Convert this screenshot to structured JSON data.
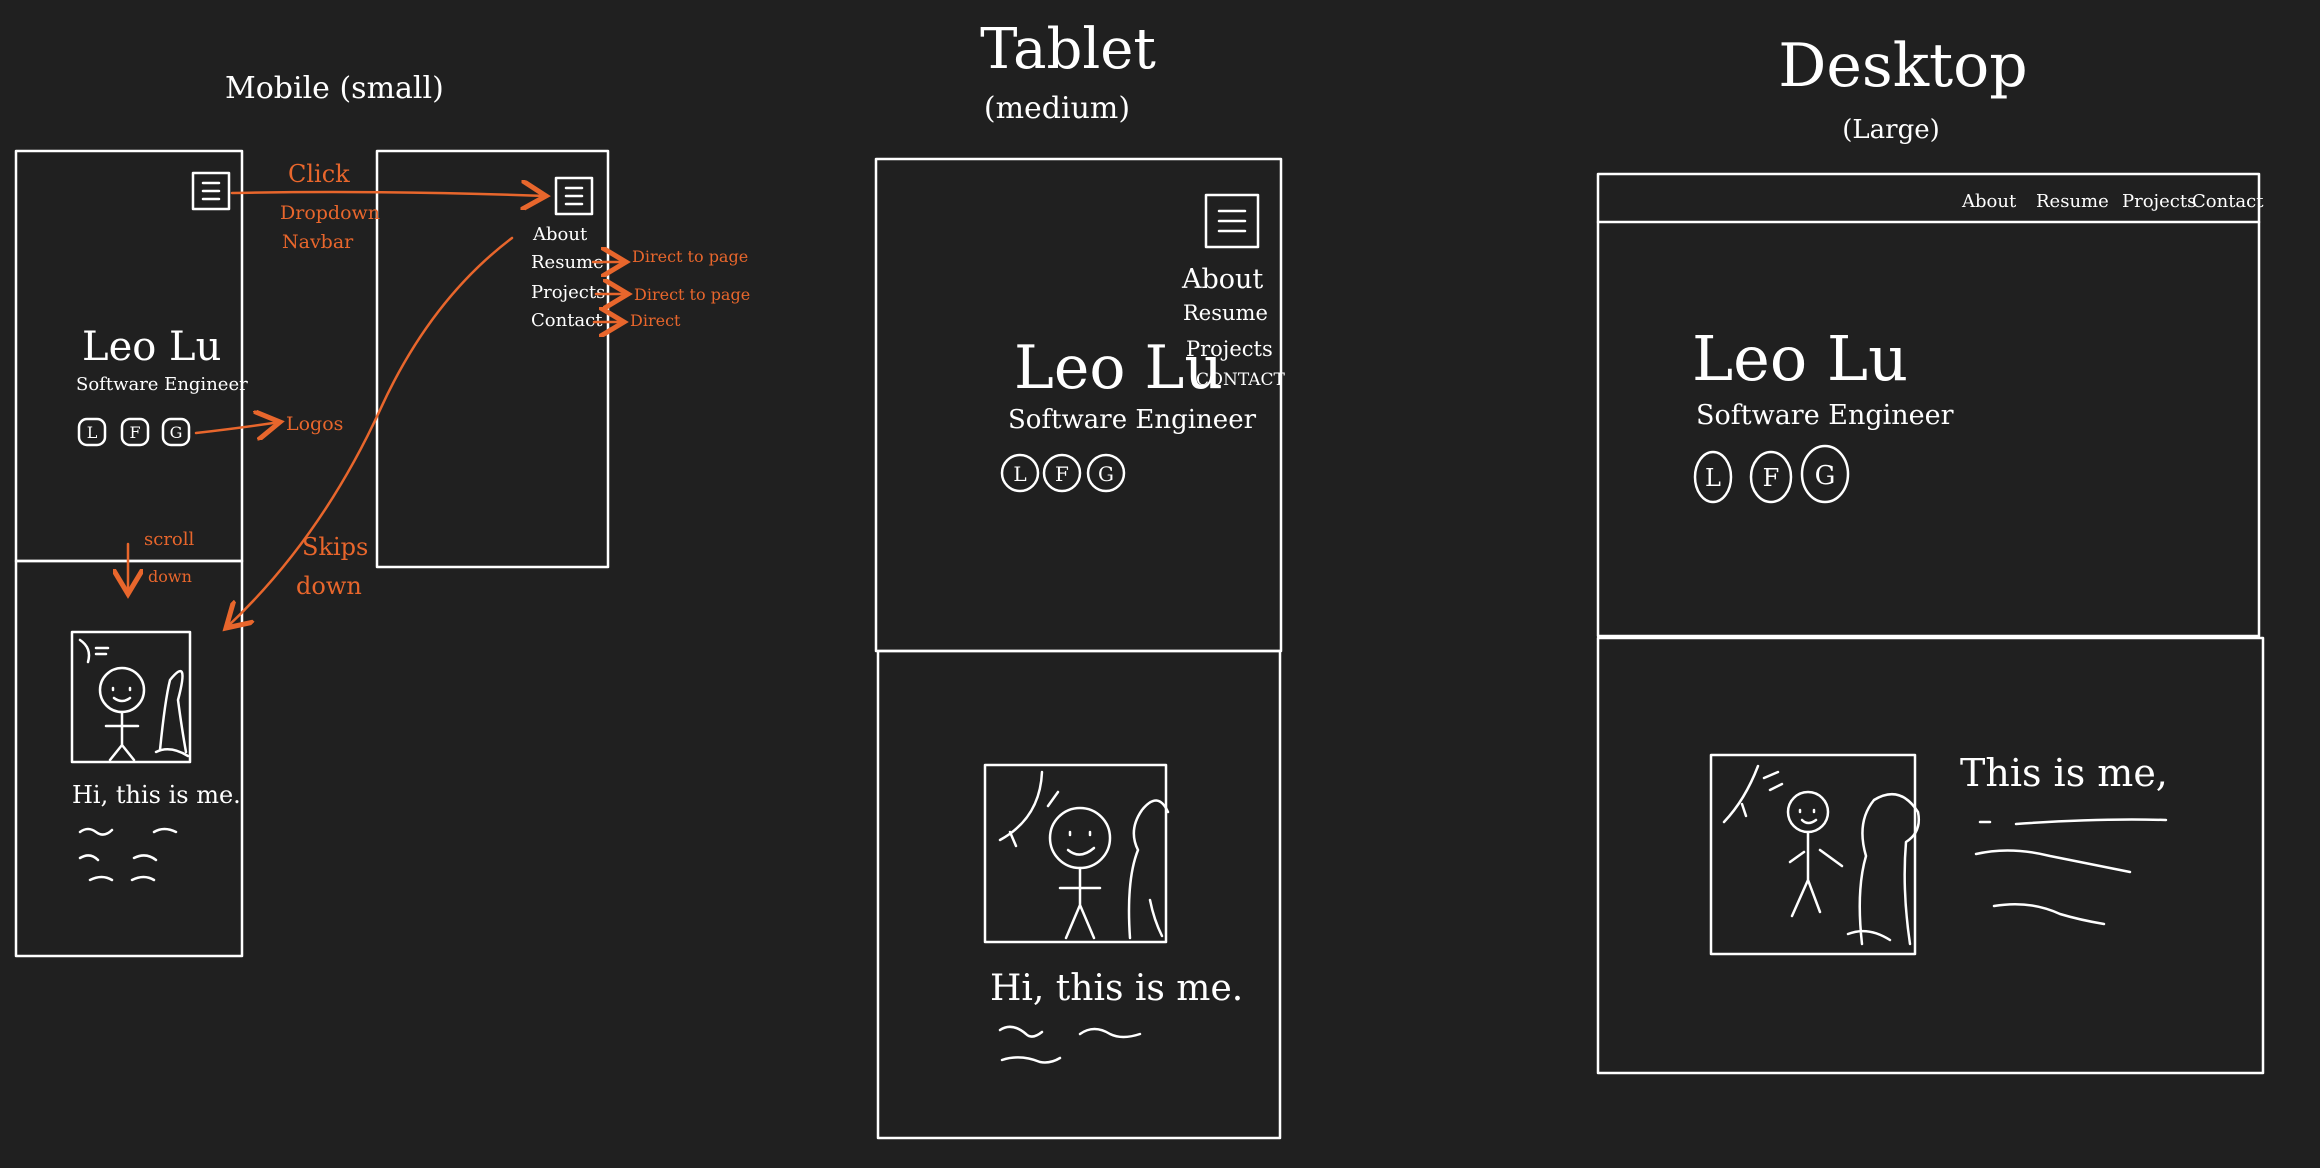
{
  "mobile": {
    "title": "Mobile (small)",
    "name": "Leo Lu",
    "role": "Software Engineer",
    "logo_letters": [
      "L",
      "F",
      "G"
    ],
    "menu_items": [
      "About",
      "Resume",
      "Projects",
      "Contact"
    ],
    "intro": "Hi, this is me.",
    "annotations": {
      "click": "Click",
      "dropdown": "Dropdown",
      "navbar": "Navbar",
      "logos": "Logos",
      "scroll": "scroll",
      "down_small": "down",
      "skips": "Skips",
      "skips_down": "down",
      "direct_to_page_1": "Direct to page",
      "direct_to_page_2": "Direct to page",
      "direct": "Direct"
    }
  },
  "tablet": {
    "title": "Tablet",
    "subtitle": "(medium)",
    "name": "Leo Lu",
    "role": "Software Engineer",
    "logo_letters": [
      "L",
      "F",
      "G"
    ],
    "menu_items": [
      "About",
      "Resume",
      "Projects",
      "CONTACT"
    ],
    "intro": "Hi, this is me."
  },
  "desktop": {
    "title": "Desktop",
    "subtitle": "(Large)",
    "name": "Leo Lu",
    "role": "Software Engineer",
    "logo_letters": [
      "L",
      "F",
      "G"
    ],
    "nav_items": [
      "About",
      "Resume",
      "Projects",
      "Contact"
    ],
    "intro": "This is me,"
  },
  "colors": {
    "background": "#202020",
    "ink": "#ffffff",
    "annotation": "#e8662c"
  }
}
